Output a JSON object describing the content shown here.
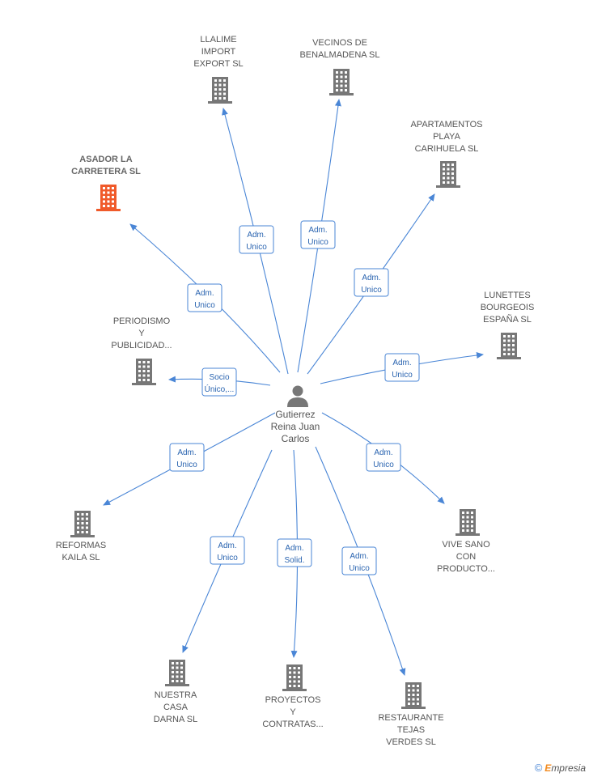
{
  "colors": {
    "edge": "#4a86d6",
    "building": "#777777",
    "highlight": "#f05a2a",
    "person": "#777777",
    "label": "#555555"
  },
  "center": {
    "lines": [
      "Gutierrez",
      "Reina Juan",
      "Carlos"
    ],
    "icon": "person-icon"
  },
  "nodes": [
    {
      "id": "llalime",
      "lines": [
        "LLALIME",
        "IMPORT",
        "EXPORT SL"
      ],
      "highlight": false,
      "edge": [
        "Adm.",
        "Unico"
      ]
    },
    {
      "id": "vecinos",
      "lines": [
        "VECINOS DE",
        "BENALMADENA SL"
      ],
      "highlight": false,
      "edge": [
        "Adm.",
        "Unico"
      ]
    },
    {
      "id": "apartamentos",
      "lines": [
        "APARTAMENTOS",
        "PLAYA",
        "CARIHUELA SL"
      ],
      "highlight": false,
      "edge": [
        "Adm.",
        "Unico"
      ]
    },
    {
      "id": "asador",
      "lines": [
        "ASADOR LA",
        "CARRETERA SL"
      ],
      "highlight": true,
      "edge": [
        "Adm.",
        "Unico"
      ]
    },
    {
      "id": "lunettes",
      "lines": [
        "LUNETTES",
        "BOURGEOIS",
        "ESPAÑA SL"
      ],
      "highlight": false,
      "edge": [
        "Adm.",
        "Unico"
      ]
    },
    {
      "id": "periodismo",
      "lines": [
        "PERIODISMO",
        "Y",
        "PUBLICIDAD..."
      ],
      "highlight": false,
      "edge": [
        "Socio",
        "Único,..."
      ]
    },
    {
      "id": "reformas",
      "lines": [
        "REFORMAS",
        "KAILA SL"
      ],
      "highlight": false,
      "edge": [
        "Adm.",
        "Unico"
      ]
    },
    {
      "id": "vivesano",
      "lines": [
        "VIVE SANO",
        "CON",
        "PRODUCTO..."
      ],
      "highlight": false,
      "edge": [
        "Adm.",
        "Unico"
      ]
    },
    {
      "id": "nuestra",
      "lines": [
        "NUESTRA",
        "CASA",
        "DARNA SL"
      ],
      "highlight": false,
      "edge": [
        "Adm.",
        "Unico"
      ]
    },
    {
      "id": "proyectos",
      "lines": [
        "PROYECTOS",
        "Y",
        "CONTRATAS..."
      ],
      "highlight": false,
      "edge": [
        "Adm.",
        "Solid."
      ]
    },
    {
      "id": "restaurante",
      "lines": [
        "RESTAURANTE",
        "TEJAS",
        "VERDES SL"
      ],
      "highlight": false,
      "edge": [
        "Adm.",
        "Unico"
      ]
    }
  ],
  "footer": {
    "copyright": "©",
    "brand_initial": "E",
    "brand_rest": "mpresia"
  }
}
